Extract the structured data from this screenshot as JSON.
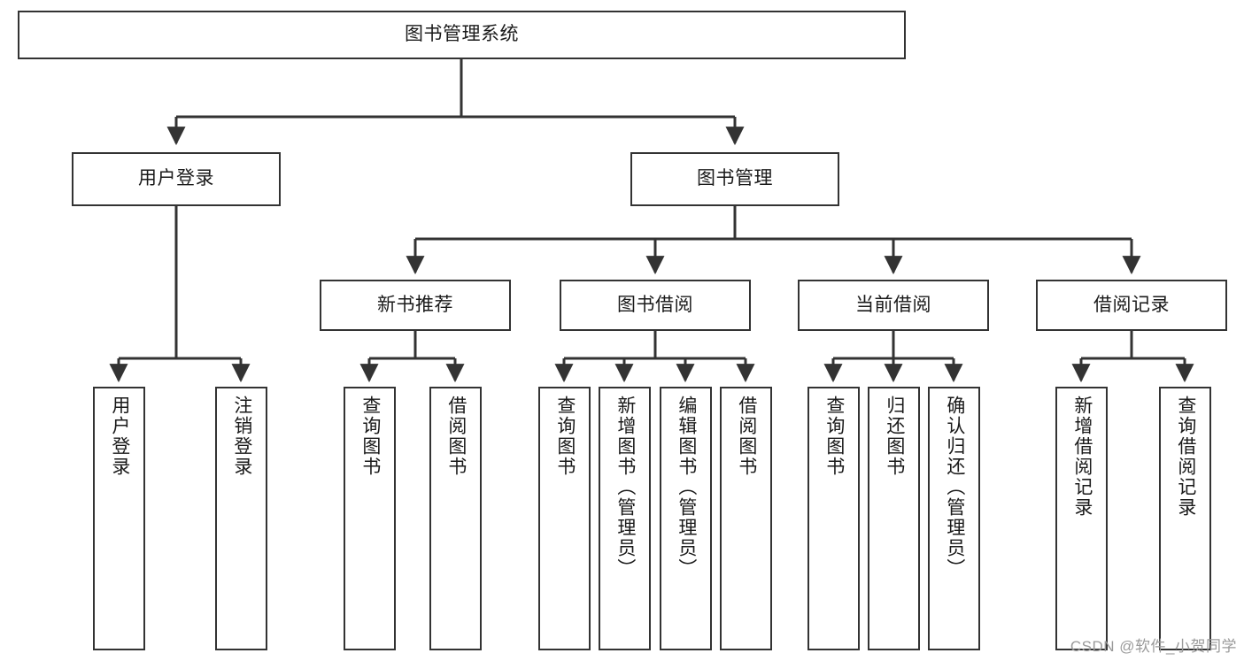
{
  "diagram": {
    "title": "图书管理系统",
    "watermark": "CSDN @软件_小贺同学",
    "colors": {
      "box_border": "#333333",
      "box_fill": "#ffffff",
      "edge": "#333333",
      "text": "#1a1a1a",
      "watermark": "#9a9a9a",
      "background": "#ffffff"
    },
    "root": {
      "label": "图书管理系统"
    },
    "level1": [
      {
        "label": "用户登录"
      },
      {
        "label": "图书管理"
      }
    ],
    "level2": [
      {
        "label": "新书推荐"
      },
      {
        "label": "图书借阅"
      },
      {
        "label": "当前借阅"
      },
      {
        "label": "借阅记录"
      }
    ],
    "leaves": {
      "user_login": [
        {
          "label": "用户登录"
        },
        {
          "label": "注销登录"
        }
      ],
      "new_book_recommend": [
        {
          "label": "查询图书"
        },
        {
          "label": "借阅图书"
        }
      ],
      "book_borrow": [
        {
          "label": "查询图书"
        },
        {
          "label": "新增图书（管理员）"
        },
        {
          "label": "编辑图书（管理员）"
        },
        {
          "label": "借阅图书"
        }
      ],
      "current_borrow": [
        {
          "label": "查询图书"
        },
        {
          "label": "归还图书"
        },
        {
          "label": "确认归还（管理员）"
        }
      ],
      "borrow_record": [
        {
          "label": "新增借阅记录"
        },
        {
          "label": "查询借阅记录"
        }
      ]
    }
  }
}
